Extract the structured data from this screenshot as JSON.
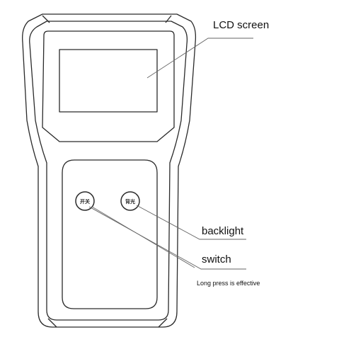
{
  "labels": {
    "lcd": "LCD screen",
    "backlight": "backlight",
    "switch": "switch",
    "note": "Long press is effective"
  },
  "buttons": {
    "power": "开关",
    "backlight": "背光"
  },
  "colors": {
    "outline": "#2a2a2a",
    "leader": "#666666"
  }
}
